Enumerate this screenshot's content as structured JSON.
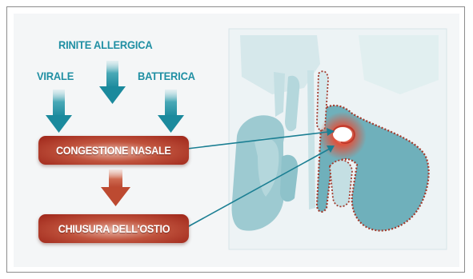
{
  "labels": {
    "top": "RINITE ALLERGICA",
    "left": "VIRALE",
    "right": "BATTERICA"
  },
  "boxes": {
    "upper": "CONGESTIONE NASALE",
    "lower": "CHIUSURA DELL'OSTIO"
  },
  "colors": {
    "teal_text": "#1f8fa3",
    "teal_arrow": "#1f8fa3",
    "box_red": "#a8291b",
    "connector_line": "#1b7f93",
    "sinus_fill": "#8ec2ca",
    "sinus_outline": "#a23a2c"
  }
}
